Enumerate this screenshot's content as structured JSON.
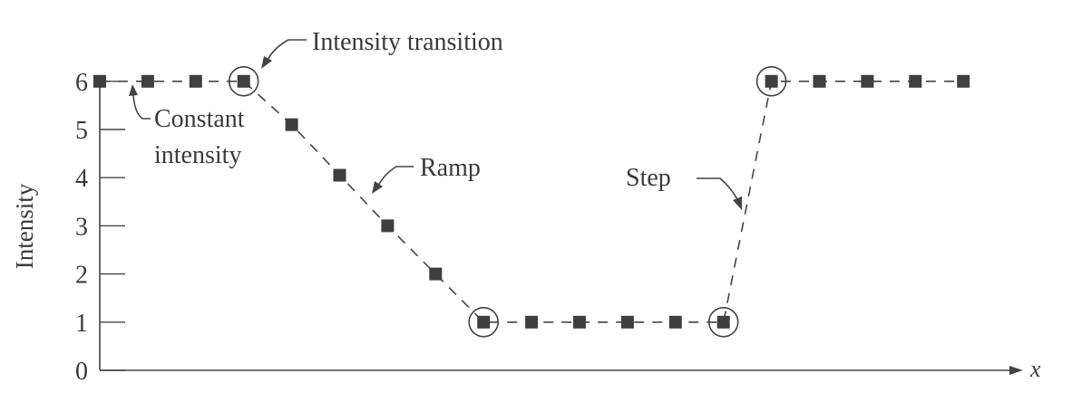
{
  "chart_data": {
    "type": "line",
    "ylabel": "Intensity",
    "xlabel": "x",
    "yticks": [
      0,
      1,
      2,
      3,
      4,
      5,
      6
    ],
    "ylim": [
      0,
      6
    ],
    "grid": false,
    "x": [
      0,
      1,
      2,
      3,
      4,
      5,
      6,
      7,
      8,
      9,
      10,
      11,
      12,
      13,
      14,
      15,
      16,
      17,
      18
    ],
    "y": [
      6,
      6,
      6,
      6,
      5.1,
      4.05,
      3,
      2,
      1,
      1,
      1,
      1,
      1,
      1,
      6,
      6,
      6,
      6,
      6
    ],
    "circled_x": [
      3,
      8,
      13,
      14
    ],
    "annotations": [
      {
        "id": "transition",
        "text": "Intensity transition"
      },
      {
        "id": "constant",
        "lines": [
          "Constant",
          "intensity"
        ]
      },
      {
        "id": "ramp",
        "text": "Ramp"
      },
      {
        "id": "step",
        "text": "Step"
      }
    ],
    "colors": {
      "marker": "#3f3f3f",
      "line": "#444444",
      "text": "#3a3a3a"
    }
  }
}
